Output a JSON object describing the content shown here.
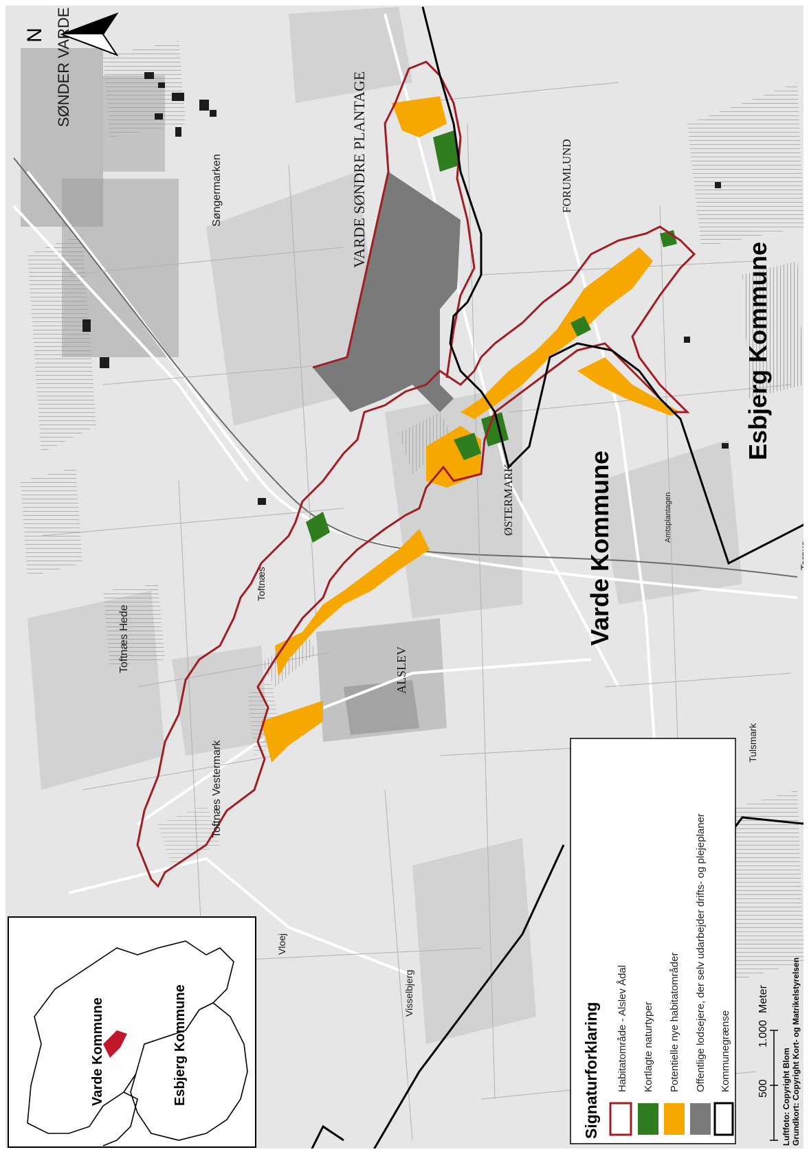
{
  "map": {
    "north_letter": "N",
    "place_labels": {
      "sonder_varde": "SØNDER VARDE",
      "varde_sondre_plantage": "VARDE SØNDRE PLANTAGE",
      "songermarken": "Søngermarken",
      "forumlund": "FORUMLUND",
      "ostermark": "ØSTERMARK",
      "alslev": "ALSLEV",
      "tofthoj": "Toftnæs",
      "tofthoj_hede": "Toftnæs Hede",
      "tofthoj_vestermark": "Toftnæs Vestermark",
      "visselbjerg": "Visselbjerg",
      "vloej": "Vloej",
      "tulsmark": "Tulsmark",
      "tornue": "Tornue",
      "amtsplantagen": "Amtsplantagen"
    },
    "region_labels": {
      "varde": "Varde Kommune",
      "esbjerg": "Esbjerg Kommune"
    },
    "colors": {
      "background": "#e6e6e6",
      "habitat_outline": "#a11d24",
      "natural_types": "#2f7d1e",
      "potential_new": "#f6a800",
      "public_owners": "#7a7a7a",
      "municipal_border": "#000000"
    }
  },
  "inset": {
    "varde_label": "Varde Kommune",
    "esbjerg_label": "Esbjerg Kommune"
  },
  "legend": {
    "title": "Signaturforklaring",
    "items": [
      {
        "label": "Habitatområde - Alslev Ådal",
        "icon": "habitat-outline-icon"
      },
      {
        "label": "Kortlagte naturtyper",
        "icon": "green-fill-icon"
      },
      {
        "label": "Potentielle nye habitatområder",
        "icon": "orange-fill-icon"
      },
      {
        "label": "Offentlige lodsejere, der selv udarbejder drifts- og plejeplaner",
        "icon": "gray-fill-icon"
      },
      {
        "label": "Kommunegrænse",
        "icon": "black-outline-icon"
      }
    ]
  },
  "scalebar": {
    "label_500": "500",
    "label_1000": "1.000",
    "unit": "Meter"
  },
  "credits": {
    "line1": "Luftfoto: Copyright Blom",
    "line2": "Grundkort: Copyright Kort- og Matrikelstyrelsen"
  }
}
